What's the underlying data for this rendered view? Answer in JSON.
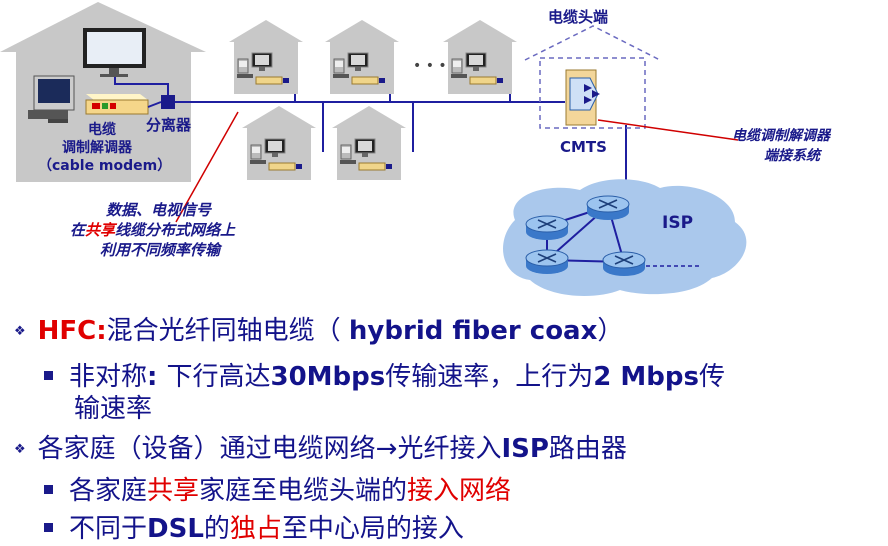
{
  "diagram": {
    "headend_label": "电缆头端",
    "cmts_label": "CMTS",
    "isp_label": "ISP",
    "modem_label_line1": "电缆",
    "modem_label_line2": "调制解调器",
    "modem_label_line3": "（cable modem）",
    "splitter_label": "分离器",
    "ellipsis": "• • •",
    "cmts_desc_line1": "电缆调制解调器",
    "cmts_desc_line2": "端接系统",
    "shared_line1": "数据、电视信号",
    "shared_line2_pre": "在",
    "shared_line2_red": "共享",
    "shared_line2_post": "线缆分布式网络上",
    "shared_line3": "利用不同频率传输",
    "colors": {
      "line": "#1f1fa0",
      "red_label": "#e00000",
      "house": "#c8c8c8",
      "cloud": "#aac8ec"
    }
  },
  "bullets": {
    "b1_red": "HFC:",
    "b1_text": "混合光纤同轴电缆（ ",
    "b1_bold": "hybrid fiber coax",
    "b1_end": "）",
    "b1_1_pre": "非对称",
    "b1_1_colon": ": ",
    "b1_1_text": "下行高达",
    "b1_1_bold": "30Mbps",
    "b1_1_mid": "传输速率，上行为",
    "b1_1_bold2": "2 Mbps",
    "b1_1_end": "传",
    "b1_1_wrap": "输速率",
    "b2_text": "各家庭（设备）通过电缆网络→光纤接入",
    "b2_bold": "ISP",
    "b2_end": "路由器",
    "b2_1_pre": "各家庭",
    "b2_1_red": "共享",
    "b2_1_mid": "家庭至电缆头端的",
    "b2_1_red2": "接入网络",
    "b2_2_pre": "不同于",
    "b2_2_bold": "DSL",
    "b2_2_mid": "的",
    "b2_2_red": "独占",
    "b2_2_end": "至中心局的接入"
  }
}
